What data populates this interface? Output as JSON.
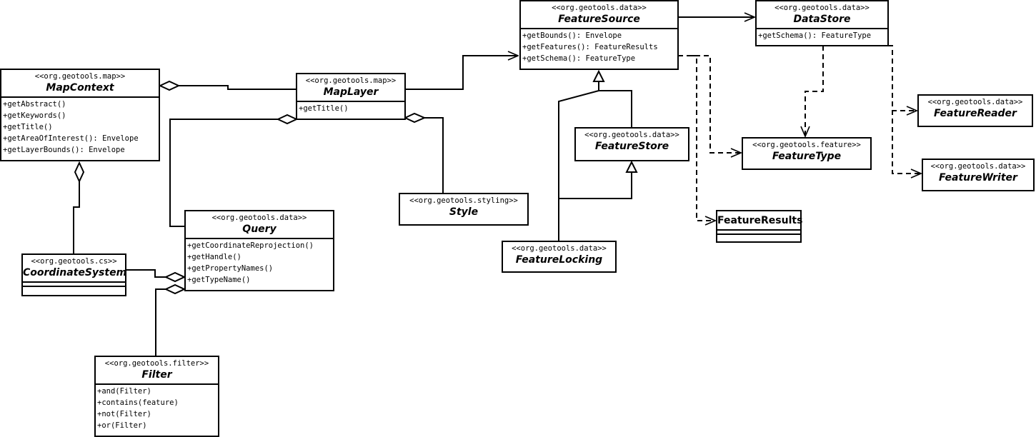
{
  "classes": {
    "map_context": {
      "stereotype": "<<org.geotools.map>>",
      "name": "MapContext",
      "operations": [
        "+getAbstract()",
        "+getKeywords()",
        "+getTitle()",
        "+getAreaOfInterest(): Envelope",
        "+getLayerBounds(): Envelope"
      ]
    },
    "map_layer": {
      "stereotype": "<<org.geotools.map>>",
      "name": "MapLayer",
      "operations": [
        "+getTitle()"
      ]
    },
    "coordinate_system": {
      "stereotype": "<<org.geotools.cs>>",
      "name": "CoordinateSystem",
      "operations": []
    },
    "query": {
      "stereotype": "<<org.geotools.data>>",
      "name": "Query",
      "operations": [
        "+getCoordinateReprojection()",
        "+getHandle()",
        "+getPropertyNames()",
        "+getTypeName()"
      ]
    },
    "filter": {
      "stereotype": "<<org.geotools.filter>>",
      "name": "Filter",
      "operations": [
        "+and(Filter)",
        "+contains(feature)",
        "+not(Filter)",
        "+or(Filter)"
      ]
    },
    "style": {
      "stereotype": "<<org.geotools.styling>>",
      "name": "Style"
    },
    "feature_source": {
      "stereotype": "<<org.geotools.data>>",
      "name": "FeatureSource",
      "operations": [
        "+getBounds(): Envelope",
        "+getFeatures(): FeatureResults",
        "+getSchema(): FeatureType"
      ]
    },
    "feature_store": {
      "stereotype": "<<org.geotools.data>>",
      "name": "FeatureStore"
    },
    "feature_locking": {
      "stereotype": "<<org.geotools.data>>",
      "name": "FeatureLocking"
    },
    "data_store": {
      "stereotype": "<<org.geotools.data>>",
      "name": "DataStore",
      "operations": [
        "+getSchema(): FeatureType"
      ]
    },
    "feature_type": {
      "stereotype": "<<org.geotools.feature>>",
      "name": "FeatureType"
    },
    "feature_results": {
      "name": "FeatureResults"
    },
    "feature_reader": {
      "stereotype": "<<org.geotools.data>>",
      "name": "FeatureReader"
    },
    "feature_writer": {
      "stereotype": "<<org.geotools.data>>",
      "name": "FeatureWriter"
    }
  }
}
